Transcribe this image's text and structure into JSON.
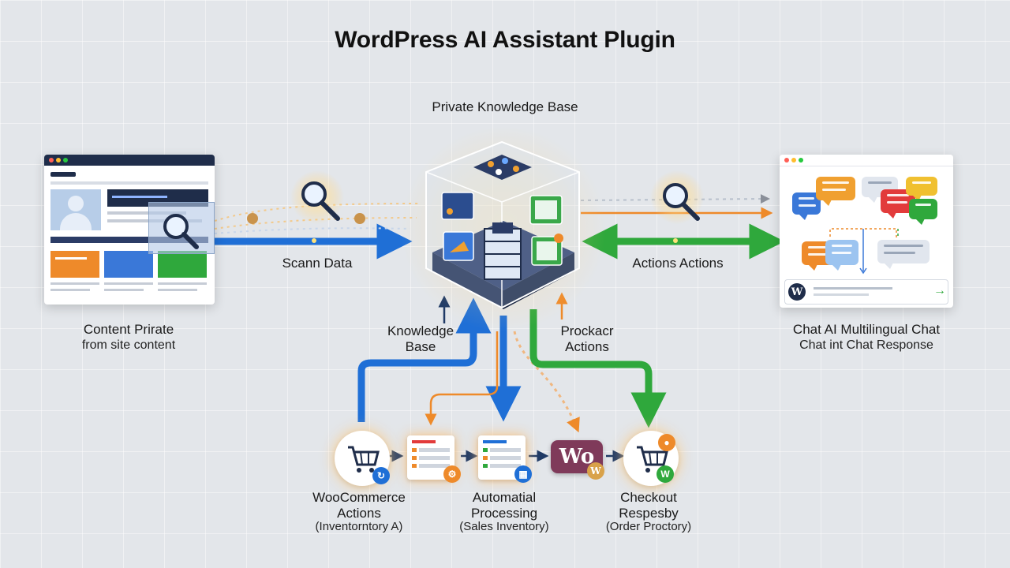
{
  "diagram": {
    "title": "WordPress AI Assistant Plugin",
    "knowledge_base_title": "Private Knowledge Base",
    "left": {
      "label": "Content Prirate",
      "sub": "from site content"
    },
    "right": {
      "label": "Chat AI Multilingual Chat",
      "sub": "Chat int Chat Response"
    },
    "scan_label": "Scann Data",
    "actions_label": "Actions Actions",
    "kb_up_label": "Knowledge Base",
    "proc_label": "Prockacr Actions",
    "bottom": [
      {
        "label": "WooCommerce Actions",
        "sub": "(Inventorntory A)"
      },
      {
        "label": "Automatial Processing",
        "sub": "(Sales Inventory)"
      },
      {
        "label": "Checkout Respesby",
        "sub": "(Order Proctory)"
      }
    ],
    "woo_logo_text": "Wo",
    "badge_w": "W",
    "chat_input_logo": "W",
    "colors": {
      "blue": "#1f6fd6",
      "green": "#2fa83c",
      "orange": "#ee8a2a",
      "navy": "#1f2d4a",
      "woo": "#7f3a5a"
    }
  }
}
